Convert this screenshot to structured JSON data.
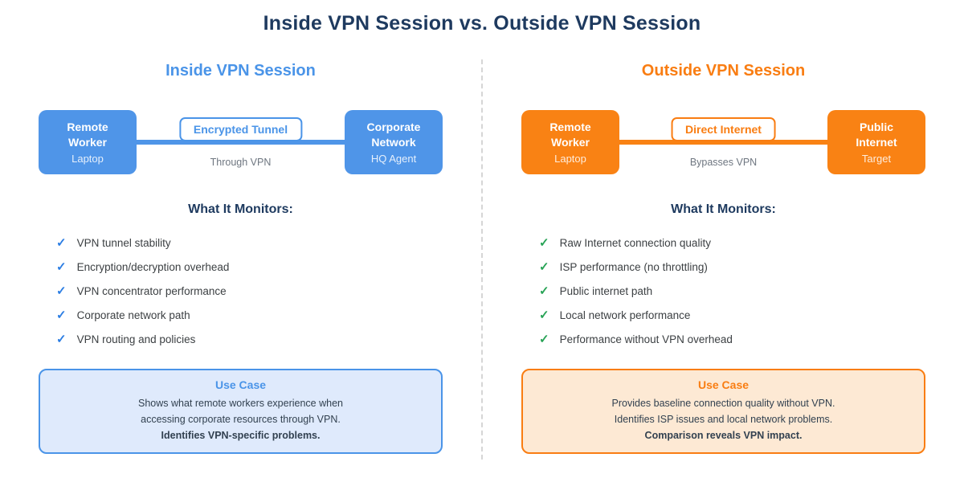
{
  "page": {
    "title": "Inside VPN Session vs. Outside VPN Session"
  },
  "theme": {
    "background": "#ffffff",
    "title_color": "#1e3a5f",
    "heading_color": "#1e3a5f",
    "list_text_color": "#3c4043",
    "muted_text_color": "#6e7680",
    "divider_color": "#d6d6d6",
    "use_case_text_color": "#324150"
  },
  "icons": {
    "check": "✓"
  },
  "panels": [
    {
      "id": "inside-vpn",
      "heading": "Inside VPN Session",
      "accent_color": "#4a94e8",
      "node_fill_color": "#4f95e8",
      "check_color": "#2b7de3",
      "use_case_bg_color": "#dfeafc",
      "diagram": {
        "left_node": {
          "title": "Remote Worker",
          "subtitle": "Laptop"
        },
        "link_label": "Encrypted Tunnel",
        "link_sublabel": "Through VPN",
        "right_node": {
          "title": "Corporate Network",
          "subtitle": "HQ Agent"
        }
      },
      "monitors_heading": "What It Monitors:",
      "monitors": [
        "VPN tunnel stability",
        "Encryption/decryption overhead",
        "VPN concentrator performance",
        "Corporate network path",
        "VPN routing and policies"
      ],
      "use_case": {
        "title": "Use Case",
        "lines": [
          "Shows what remote workers experience when",
          "accessing corporate resources through VPN."
        ],
        "bold_line": "Identifies VPN-specific problems."
      }
    },
    {
      "id": "outside-vpn",
      "heading": "Outside VPN Session",
      "accent_color": "#f97d12",
      "node_fill_color": "#f98214",
      "check_color": "#28a356",
      "use_case_bg_color": "#fde9d4",
      "diagram": {
        "left_node": {
          "title": "Remote Worker",
          "subtitle": "Laptop"
        },
        "link_label": "Direct Internet",
        "link_sublabel": "Bypasses VPN",
        "right_node": {
          "title": "Public Internet",
          "subtitle": "Target"
        }
      },
      "monitors_heading": "What It Monitors:",
      "monitors": [
        "Raw Internet connection quality",
        "ISP performance (no throttling)",
        "Public internet path",
        "Local network performance",
        "Performance without VPN overhead"
      ],
      "use_case": {
        "title": "Use Case",
        "lines": [
          "Provides baseline connection quality without VPN.",
          "Identifies ISP issues and local network problems."
        ],
        "bold_line": "Comparison reveals VPN impact."
      }
    }
  ]
}
